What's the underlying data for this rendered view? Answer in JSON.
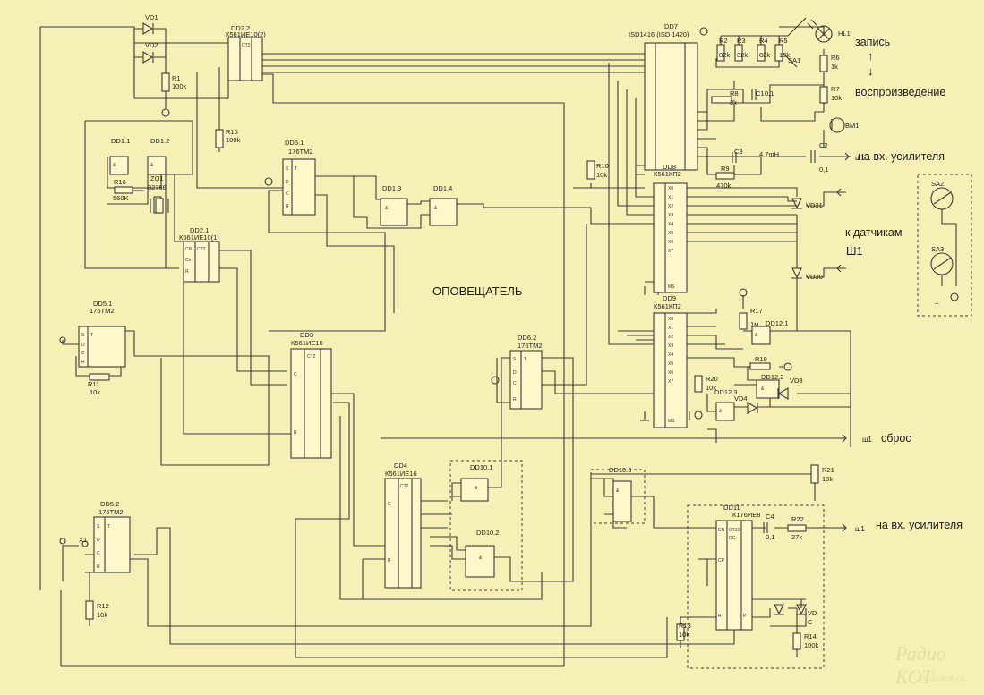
{
  "title": "ОПОВЕЩАТЕЛЬ",
  "annotations": {
    "record": "запись",
    "playback": "воспроизведение",
    "amp_in_1": "на вх. усилителя",
    "to_sensors": "к датчикам",
    "connector": "Ш1",
    "reset": "сброс",
    "amp_in_2": "на вх. усилителя",
    "sh1_a": "ш1",
    "sh1_b": "ш1",
    "sh1_c": "ш1",
    "arrows": "↑ ↓"
  },
  "watermark": {
    "name": "Радио КОТ",
    "url": "radiokot.ru"
  },
  "components": {
    "VD1": "VD1",
    "VD2": "VD2",
    "R1": "R1",
    "R1v": "100k",
    "DD2_2": "DD2.2",
    "DD2_2t": "К561ИЕ10(2)",
    "R15": "R15",
    "R15v": "100k",
    "DD1_1": "DD1.1",
    "DD1_2": "DD1.2",
    "R16": "R16",
    "R16v": "560K",
    "ZQ1": "ZQ1",
    "ZQ1v": "32768",
    "DD6_1": "DD6.1",
    "DD6_1t": "176ТМ2",
    "DD1_3": "DD1.3",
    "DD1_4": "DD1.4",
    "DD2_1": "DD2.1",
    "DD2_1t": "К561ИЕ10(1)",
    "DD5_1": "DD5.1",
    "DD5_1t": "176ТМ2",
    "R11": "R11",
    "R11v": "10k",
    "DD3": "DD3",
    "DD3t": "К561ИЕ16",
    "DD7": "DD7",
    "DD7t": "ISD1416 (ISD 1420)",
    "R2": "R2",
    "R2v": "82k",
    "R3": "R3",
    "R3v": "82k",
    "R4": "R4",
    "R4v": "82k",
    "R5": "R5",
    "R5v": "10k",
    "HL1": "HL1",
    "SA1": "SA1",
    "R6": "R6",
    "R6v": "1k",
    "R7": "R7",
    "R7v": "10k",
    "R8": "R8",
    "R8v": "3k",
    "C1": "C1",
    "C1v": "0,1",
    "BM1": "BM1",
    "C3": "C3",
    "C3v": "4,7mH",
    "R9": "R9",
    "R9v": "470k",
    "C2": "C2",
    "C2v": "0,1",
    "R10": "R10",
    "R10v": "10k",
    "DD8": "DD8",
    "DD8t": "К561КП2",
    "DD9": "DD9",
    "DD9t": "К561КП2",
    "VD31": "VD31",
    "VD30": "VD30",
    "SA2": "SA2",
    "SA3": "SA3",
    "R17": "R17",
    "R17v": "1м",
    "DD12_1": "DD12.1",
    "R19": "R19",
    "DD6_2": "DD6.2",
    "DD6_2t": "176ТМ2",
    "R20": "R20",
    "R20v": "10k",
    "DD12_3": "DD12.3",
    "DD12_2": "DD12.2",
    "VD3": "VD3",
    "VD4": "VD4",
    "R21": "R21",
    "R21v": "10k",
    "DD4": "DD4",
    "DD4t": "К561ИЕ16",
    "DD10_1": "DD10.1",
    "DD10_2": "DD10.2",
    "DD10_3": "DD10.3",
    "DD5_2": "DD5.2",
    "DD5_2t": "176ТМ2",
    "X1": "X1",
    "R12": "R12",
    "R12v": "10k",
    "DD11": "DD11",
    "DD11t": "К176ИЕ8",
    "C4": "C4",
    "C4v": "0,1",
    "R22": "R22",
    "R22v": "27k",
    "R13": "R13",
    "R13v": "10k",
    "R14": "R14",
    "R14v": "100k",
    "VD": "VD",
    "C": "C"
  }
}
